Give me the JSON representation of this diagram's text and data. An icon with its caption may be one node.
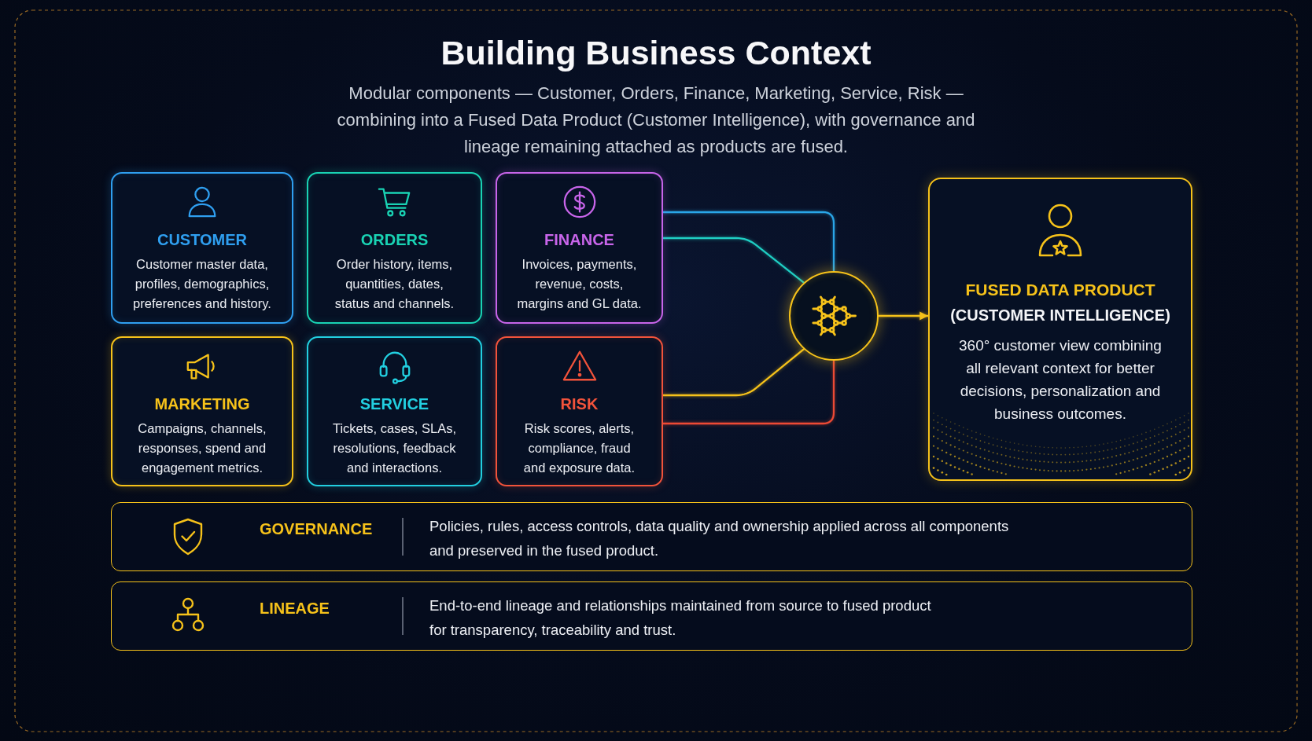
{
  "diagram": {
    "title": "Building Business Context",
    "nodes": [
      {
        "text": [
          "CUSTOMER",
          "Customer master data, profiles, demographics, preferences and history."
        ]
      },
      {
        "text": [
          "ORDERS",
          "Order history, items, quantities, dates, status and channels."
        ]
      },
      {
        "text": [
          "FINANCE",
          "Invoices, payments, revenue, costs, margins and GL data."
        ]
      },
      {
        "text": [
          "MARKETING",
          "Campaigns, channels, responses, spend and engagement metrics."
        ]
      },
      {
        "text": [
          "SERVICE",
          "Tickets, cases, SLAs, resolutions, feedback and interactions."
        ]
      },
      {
        "text": [
          "RISK",
          "Risk scores, alerts, compliance, fraud and exposure data."
        ]
      },
      {
        "text": [],
        "shape": "circle"
      },
      {
        "text": [
          "FUSED DATA PRODUCT",
          "(CUSTOMER INTELLIGENCE)",
          "360° customer view combining all relevant context for better decisions, personalization and business outcomes."
        ]
      },
      {
        "text": [
          "GOVERNANCE",
          "Policies, rules, access controls, data quality and ownership applied across all components and preserved in the fused product."
        ]
      },
      {
        "text": [
          "LINEAGE",
          "End-to-end lineage and relationships maintained from source to fused product for transparency, traceability and trust."
        ]
      }
    ],
    "edges": [
      {
        "from": 2,
        "to": 6,
        "arrow": "none",
        "color": "#2aa6e8"
      },
      {
        "from": 2,
        "to": 6,
        "arrow": "none",
        "color": "#1fcfc4"
      },
      {
        "from": 5,
        "to": 6,
        "arrow": "none"
      },
      {
        "from": 5,
        "to": 6,
        "arrow": "none",
        "color": "#ee4a35"
      },
      {
        "from": 6,
        "to": 7,
        "arrow": "to"
      }
    ],
    "labels": [
      "Modular components — Customer, Orders, Finance, Marketing, Service, Risk — combining into a Fused Data Product (Customer Intelligence), with governance and lineage remaining attached as products are fused."
    ]
  }
}
